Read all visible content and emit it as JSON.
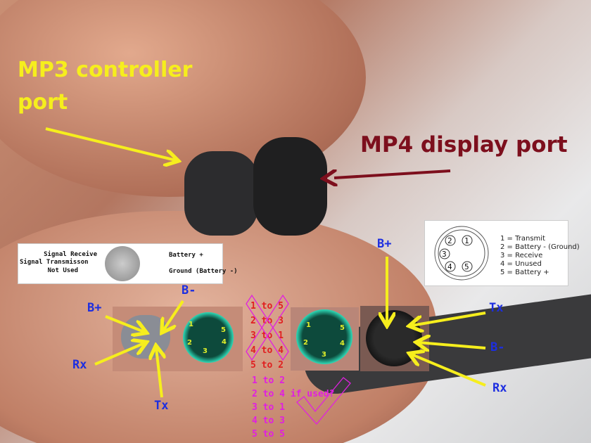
{
  "labels": {
    "mp3_line1": "MP3 controller",
    "mp3_line2": "port",
    "mp4": "MP4 display port",
    "right_bplus": "B+",
    "right_tx": "Tx",
    "right_bminus": "B-",
    "right_rx": "Rx",
    "left_bminus": "B-",
    "left_bplus": "B+",
    "left_rx": "Rx",
    "left_tx": "Tx"
  },
  "mp3_diagram": {
    "signal_receive": "Signal Receive",
    "signal_transmission": "Signal Transmisson",
    "not_used": "Not Used",
    "battery_plus": "Battery +",
    "ground": "Ground (Battery -)"
  },
  "mp4_diagram": {
    "pins": [
      "1",
      "2",
      "3",
      "4",
      "5"
    ],
    "legend": [
      "1 = Transmit",
      "2 = Battery - (Ground)",
      "3 = Receive",
      "4 = Unused",
      "5 = Battery +"
    ]
  },
  "wrong_mapping": [
    "1 to 5",
    "2 to 3",
    "3 to 1",
    "4 to 4",
    "5 to 2"
  ],
  "correct_mapping": [
    "1 to 2",
    "2 to 4 if used?",
    "3 to 1",
    "4 to 3",
    "5 to 5"
  ],
  "green_connector_pins": [
    "1",
    "2",
    "3",
    "4",
    "5"
  ],
  "colors": {
    "yellow": "#f6ee1d",
    "maroon": "#7d0f1d",
    "blue": "#1d2ee0",
    "magenta": "#e020e0",
    "red": "#e02020"
  }
}
